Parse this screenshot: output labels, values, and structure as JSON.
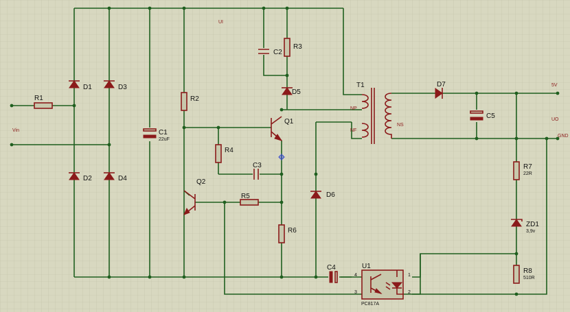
{
  "labels": {
    "r1": "R1",
    "r2": "R2",
    "r3": "R3",
    "r4": "R4",
    "r5": "R5",
    "r6": "R6",
    "r7": "R7",
    "r7_value": "22R",
    "r8": "R8",
    "r8_value": "510R",
    "c1": "C1",
    "c1_value": "22uF",
    "c2": "C2",
    "c3": "C3",
    "c4": "C4",
    "c5": "C5",
    "d1": "D1",
    "d2": "D2",
    "d3": "D3",
    "d4": "D4",
    "d5": "D5",
    "d6": "D6",
    "d7": "D7",
    "zd1": "ZD1",
    "zd1_value": "3,9v",
    "q1": "Q1",
    "q2": "Q2",
    "t1": "T1",
    "np": "NP",
    "nf": "NF",
    "ns": "NS",
    "u1": "U1",
    "u1_part": "PC817A",
    "pin1": "1",
    "pin2": "2",
    "pin3": "3",
    "pin4": "4"
  },
  "nets": {
    "vin": "Vin",
    "ui": "UI",
    "uo": "UO",
    "out_5v": "5V",
    "gnd": "GND"
  },
  "colors": {
    "background": "#d8d8c0",
    "grid": "#c2c2a6",
    "wire": "#1f5f1f",
    "component": "#8b1a1a"
  }
}
